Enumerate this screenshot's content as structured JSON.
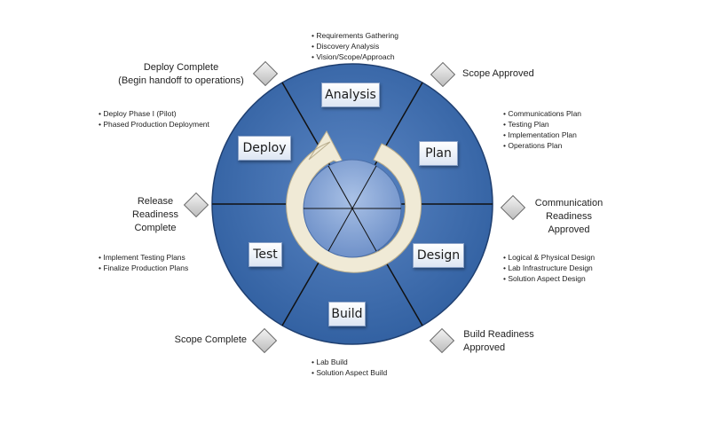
{
  "phases": {
    "analysis": "Analysis",
    "plan": "Plan",
    "design": "Design",
    "build": "Build",
    "test": "Test",
    "deploy": "Deploy"
  },
  "milestones": {
    "scope_approved": "Scope Approved",
    "communication_readiness_line1": "Communication",
    "communication_readiness_line2": "Readiness",
    "communication_readiness_line3": "Approved",
    "build_readiness_line1": "Build Readiness",
    "build_readiness_line2": "Approved",
    "scope_complete": "Scope Complete",
    "release_readiness_line1": "Release",
    "release_readiness_line2": "Readiness",
    "release_readiness_line3": "Complete",
    "deploy_complete_line1": "Deploy Complete",
    "deploy_complete_line2": "(Begin handoff to operations)"
  },
  "bullets": {
    "analysis": [
      "Requirements Gathering",
      "Discovery Analysis",
      "Vision/Scope/Approach"
    ],
    "plan": [
      "Communications Plan",
      "Testing Plan",
      "Implementation Plan",
      "Operations Plan"
    ],
    "design": [
      "Logical & Physical Design",
      "Lab Infrastructure Design",
      "Solution Aspect Design"
    ],
    "build": [
      "Lab Build",
      "Solution Aspect Build"
    ],
    "test": [
      "Implement Testing Plans",
      "Finalize Production Plans"
    ],
    "deploy": [
      "Deploy Phase I (Pilot)",
      "Phased Production Deployment"
    ]
  },
  "colors": {
    "outer_ring": "#3f6fb0",
    "inner_circle": "#8aa9d8",
    "arrow": "#f0ead6",
    "divider": "#111111"
  },
  "icons": {
    "milestone": "diamond-icon",
    "cycle": "circular-arrow-icon"
  }
}
